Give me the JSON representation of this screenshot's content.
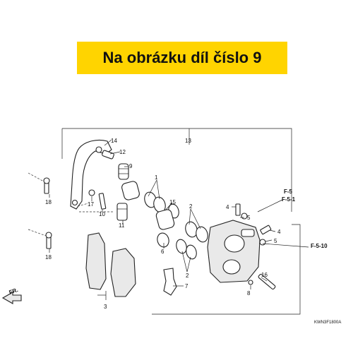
{
  "banner": {
    "text": "Na obrázku díl číslo 9",
    "color": "#ffd400"
  },
  "callouts": {
    "p1": "1",
    "p2a": "2",
    "p2b": "2",
    "p3": "3",
    "p4a": "4",
    "p4b": "4",
    "p5a": "5",
    "p5b": "5",
    "p6": "6",
    "p7": "7",
    "p8": "8",
    "p9": "9",
    "p10": "10",
    "p11": "11",
    "p12": "12",
    "p13": "13",
    "p14": "14",
    "p15": "15",
    "p16": "16",
    "p17": "17",
    "p18a": "18",
    "p18b": "18"
  },
  "refs": {
    "f5": "F-5",
    "f51": "F-5-1",
    "f510": "F-5-10"
  },
  "front_label": "FR.",
  "diagram_code": "KWN3F1800A"
}
